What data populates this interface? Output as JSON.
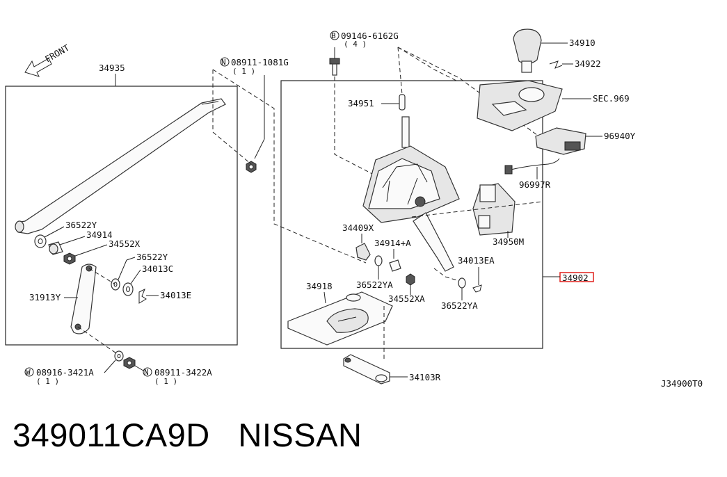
{
  "front_label": "FRONT",
  "diagram_code": "J34900T0",
  "part_title": "349011CA9D   NISSAN",
  "highlight_color": "#e0201c",
  "callouts": {
    "c34935": "34935",
    "c08911_1081G": "08911-1081G",
    "c08911_1081G_qty": "( 1 )",
    "c08911_1081G_tag": "N",
    "c09146": "09146-6162G",
    "c09146_qty": "( 4 )",
    "c09146_tag": "B",
    "c34910": "34910",
    "c34922": "34922",
    "sec969": "SEC.969",
    "c34951": "34951",
    "c96940Y": "96940Y",
    "c96997R": "96997R",
    "c36522Y_a": "36522Y",
    "c34914": "34914",
    "c34552X": "34552X",
    "c36522Y_b": "36522Y",
    "c34013C": "34013C",
    "c31913Y": "31913Y",
    "c34013E": "34013E",
    "c34409X": "34409X",
    "c34914A": "34914+A",
    "c34950M": "34950M",
    "c34013EA": "34013EA",
    "c34902": "34902",
    "c34918": "34918",
    "c36522YA_a": "36522YA",
    "c34552XA": "34552XA",
    "c36522YA_b": "36522YA",
    "c08916": "08916-3421A",
    "c08916_qty": "( 1 )",
    "c08916_tag": "W",
    "c08911_3422A": "08911-3422A",
    "c08911_3422A_qty": "( 1 )",
    "c08911_3422A_tag": "N",
    "c34103R": "34103R"
  }
}
